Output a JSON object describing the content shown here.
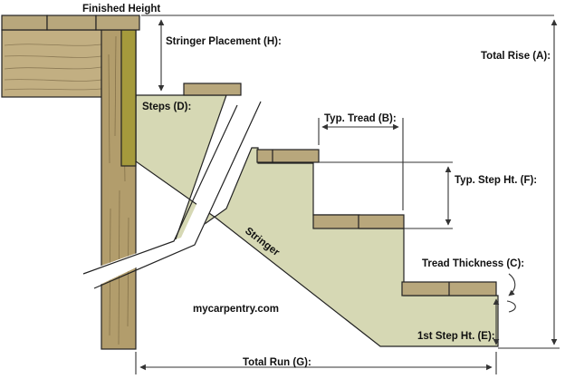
{
  "labels": {
    "finished_height": "Finished Height",
    "stringer_placement": "Stringer Placement (H):",
    "total_rise": "Total Rise (A):",
    "steps": "Steps (D):",
    "typ_tread": "Typ. Tread (B):",
    "typ_step_ht": "Typ. Step Ht. (F):",
    "stringer": "Stringer",
    "tread_thickness": "Tread Thickness (C):",
    "website": "mycarpentry.com",
    "first_step_ht": "1st Step Ht. (E):",
    "total_run": "Total Run (G):"
  },
  "colors": {
    "stringer": "#d6d8b4",
    "tread": "#b8a77c",
    "deck_wood": "#c2af82",
    "post_wood": "#b29d6c",
    "ledger": "#a59a3c",
    "outline": "#222222",
    "dimension": "#333333"
  }
}
